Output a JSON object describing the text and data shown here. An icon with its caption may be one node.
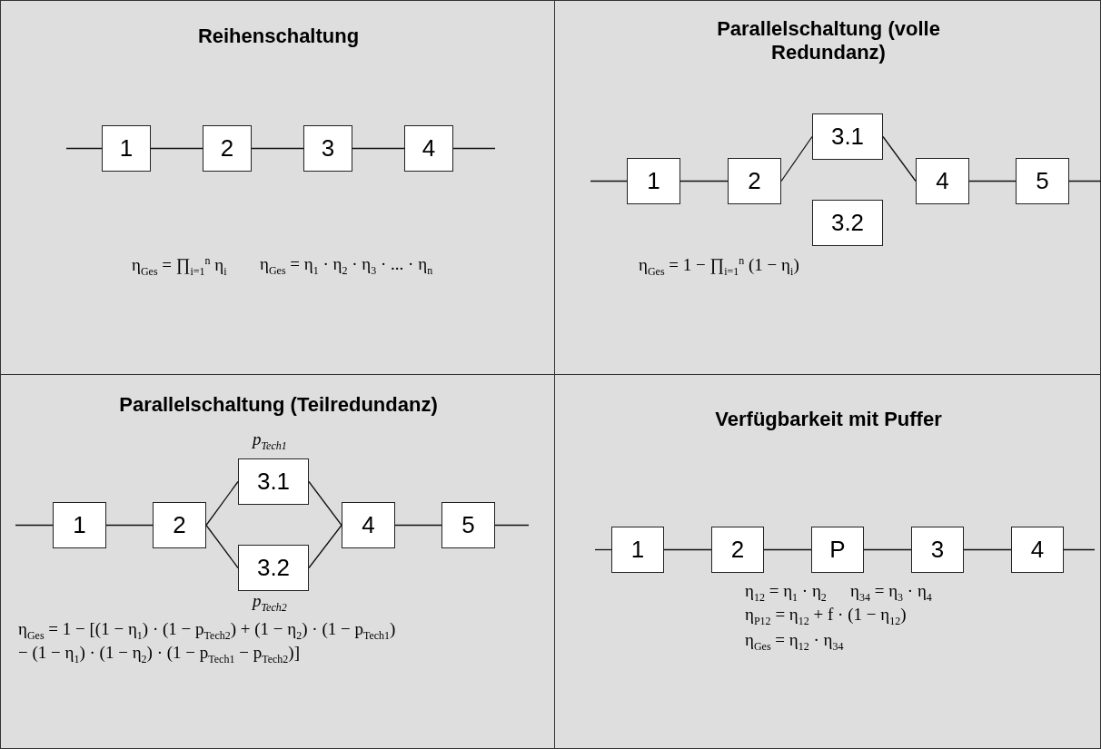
{
  "diagram": {
    "nodes": [
      {
        "text": [
          "Reihenschaltung"
        ]
      },
      {
        "text": [
          "1"
        ],
        "in": 0
      },
      {
        "text": [
          "2"
        ],
        "in": 0
      },
      {
        "text": [
          "3"
        ],
        "in": 0
      },
      {
        "text": [
          "4"
        ],
        "in": 0
      },
      {
        "text": [
          "Parallelschaltung (volle Redundanz)"
        ]
      },
      {
        "text": [
          "1"
        ],
        "in": 5
      },
      {
        "text": [
          "2"
        ],
        "in": 5
      },
      {
        "text": [
          "3.1"
        ],
        "in": 5
      },
      {
        "text": [
          "3.2"
        ],
        "in": 5
      },
      {
        "text": [
          "4"
        ],
        "in": 5
      },
      {
        "text": [
          "5"
        ],
        "in": 5
      },
      {
        "text": [
          "Parallelschaltung (Teilredundanz)"
        ]
      },
      {
        "text": [
          "1"
        ],
        "in": 12
      },
      {
        "text": [
          "2"
        ],
        "in": 12
      },
      {
        "text": [
          "3.1"
        ],
        "in": 12,
        "beside": [
          "p$_{Tech1}$"
        ]
      },
      {
        "text": [
          "3.2"
        ],
        "in": 12,
        "beside": [
          "p$_{Tech2}$"
        ]
      },
      {
        "text": [
          "4"
        ],
        "in": 12
      },
      {
        "text": [
          "5"
        ],
        "in": 12
      },
      {
        "text": [
          "Verfügbarkeit mit Puffer"
        ]
      },
      {
        "text": [
          "1"
        ],
        "in": 19
      },
      {
        "text": [
          "2"
        ],
        "in": 19
      },
      {
        "text": [
          "P"
        ],
        "in": 19
      },
      {
        "text": [
          "3"
        ],
        "in": 19
      },
      {
        "text": [
          "4"
        ],
        "in": 19
      }
    ],
    "edges": [
      {
        "from": null,
        "to": 1,
        "arrow": "none"
      },
      {
        "from": 1,
        "to": 2,
        "arrow": "none"
      },
      {
        "from": 2,
        "to": 3,
        "arrow": "none"
      },
      {
        "from": 3,
        "to": 4,
        "arrow": "none"
      },
      {
        "from": 4,
        "to": null,
        "arrow": "none"
      },
      {
        "from": null,
        "to": 6,
        "arrow": "none"
      },
      {
        "from": 6,
        "to": 7,
        "arrow": "none"
      },
      {
        "from": 7,
        "to": 8,
        "arrow": "none"
      },
      {
        "from": 8,
        "to": 10,
        "arrow": "none"
      },
      {
        "from": 10,
        "to": 11,
        "arrow": "none"
      },
      {
        "from": 11,
        "to": null,
        "arrow": "none"
      },
      {
        "from": null,
        "to": 13,
        "arrow": "none"
      },
      {
        "from": 13,
        "to": 14,
        "arrow": "none"
      },
      {
        "from": 14,
        "to": 15,
        "arrow": "none"
      },
      {
        "from": 14,
        "to": 16,
        "arrow": "none"
      },
      {
        "from": 15,
        "to": 17,
        "arrow": "none"
      },
      {
        "from": 16,
        "to": 17,
        "arrow": "none"
      },
      {
        "from": 17,
        "to": 18,
        "arrow": "none"
      },
      {
        "from": 18,
        "to": null,
        "arrow": "none"
      },
      {
        "from": null,
        "to": 20,
        "arrow": "none"
      },
      {
        "from": 20,
        "to": 21,
        "arrow": "none"
      },
      {
        "from": 21,
        "to": 22,
        "arrow": "none"
      },
      {
        "from": 22,
        "to": 23,
        "arrow": "none"
      },
      {
        "from": 23,
        "to": 24,
        "arrow": "none"
      },
      {
        "from": 24,
        "to": null,
        "arrow": "none"
      }
    ],
    "labels": [
      "η$_{Ges}$ = ∏$_{i=1}$$^{n}$ η$_{i}$",
      "η$_{Ges}$ = η$_{1}$ · η$_{2}$ · η$_{3}$ · ... · η$_{n}$",
      "η$_{Ges}$ = 1 − ∏$_{i=1}$$^{n}$ (1 − η$_{i}$)",
      "η$_{Ges}$ = 1 − [(1 − η$_{1}$) · (1 − p$_{Tech2}$) + (1 − η$_{2}$) · (1 − p$_{Tech1}$)",
      "− (1 − η$_{1}$) · (1 − η$_{2}$) · (1 − p$_{Tech1}$ − p$_{Tech2}$)]",
      "η$_{12}$ = η$_{1}$ · η$_{2}$",
      "η$_{34}$ = η$_{3}$ · η$_{4}$",
      "η$_{P12}$ = η$_{12}$ + f · (1 − η$_{12}$)",
      "η$_{Ges}$ = η$_{12}$ · η$_{34}$"
    ]
  }
}
